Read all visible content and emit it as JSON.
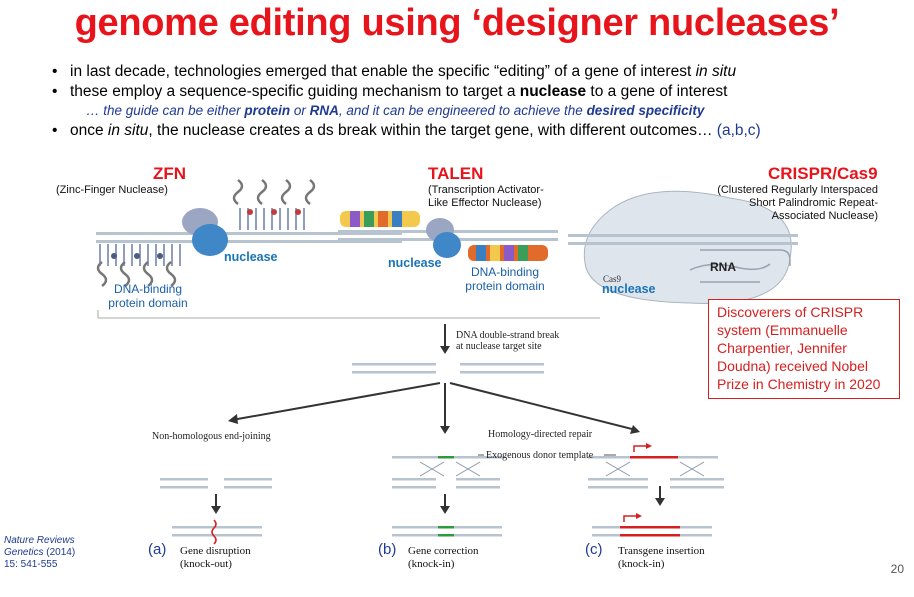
{
  "title": "genome editing using ‘designer nucleases’",
  "bullets": {
    "b1_pre": "in last decade, technologies emerged that enable the specific “editing” of a gene of interest ",
    "b1_em": "in situ",
    "b2_pre": "these employ a sequence-specific guiding mechanism to target a ",
    "b2_bold": "nuclease",
    "b2_post": " to a gene of interest",
    "sub_pre": "… the guide can be either ",
    "sub_protein": "protein",
    "sub_or": " or ",
    "sub_rna": "RNA",
    "sub_mid": ", and it can be engineered to achieve the ",
    "sub_specificity": "desired specificity",
    "b3_pre": "once ",
    "b3_em": "in situ",
    "b3_post": ", the nuclease creates a ds break within the target gene, with different outcomes… ",
    "b3_refs": "(a,b,c)"
  },
  "zfn": {
    "name": "ZFN",
    "full": "(Zinc-Finger Nuclease)",
    "nuclease": "nuclease",
    "domain_line1": "DNA-binding",
    "domain_line2": "protein domain"
  },
  "talen": {
    "name": "TALEN",
    "full_line1": "(Transcription Activator-",
    "full_line2": "Like Effector Nuclease)",
    "nuclease": "nuclease",
    "domain_line1": "DNA-binding",
    "domain_line2": "protein domain"
  },
  "crispr": {
    "name": "CRISPR/Cas9",
    "full_line1": "(Clustered Regularly Interspaced",
    "full_line2": "Short Palindromic Repeat-",
    "full_line3": "Associated Nuclease)",
    "rna": "RNA",
    "cas9": "Cas9",
    "nuclease": "nuclease"
  },
  "flow": {
    "dsb_line1": "DNA double-strand break",
    "dsb_line2": "at nuclease target site",
    "nhej": "Non-homologous end-joining",
    "hdr": "Homology-directed repair",
    "donor": "Exogenous donor template"
  },
  "outcomes": {
    "a_letter": "(a)",
    "a_line1": "Gene disruption",
    "a_line2": "(knock-out)",
    "b_letter": "(b)",
    "b_line1": "Gene correction",
    "b_line2": "(knock-in)",
    "c_letter": "(c)",
    "c_line1": "Transgene insertion",
    "c_line2": "(knock-in)"
  },
  "nobel_box": {
    "line1": "Discoverers of CRISPR",
    "line2": "system (Emmanuelle",
    "line3": "Charpentier, Jennifer",
    "line4": "Doudna) received Nobel",
    "line5": "Prize in Chemistry in 2020"
  },
  "citation": {
    "journal_line1": "Nature Reviews",
    "journal_line2": "Genetics",
    "year": " (2014)",
    "ref": "15: 541-555"
  },
  "page_number": "20",
  "colors": {
    "title_red": "#e8141c",
    "link_blue": "#1f3a93",
    "nuclease_blue": "#1a73b7",
    "green_insert": "#2e9a3e",
    "red_insert": "#d62020"
  }
}
